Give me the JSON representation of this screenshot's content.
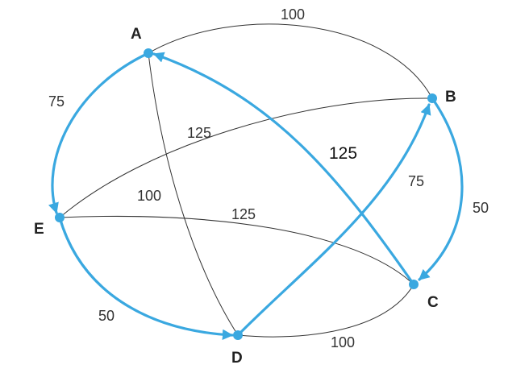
{
  "colors": {
    "accent": "#3aa8e0",
    "edge": "#333333"
  },
  "nodes": {
    "A": {
      "label": "A"
    },
    "B": {
      "label": "B"
    },
    "C": {
      "label": "C"
    },
    "D": {
      "label": "D"
    },
    "E": {
      "label": "E"
    }
  },
  "edges": [
    {
      "id": "AB",
      "from": "A",
      "to": "B",
      "weight": "100",
      "highlighted": false
    },
    {
      "id": "AE",
      "from": "A",
      "to": "E",
      "weight": "75",
      "highlighted": true,
      "directed": true
    },
    {
      "id": "CA",
      "from": "C",
      "to": "A",
      "weight": "125",
      "highlighted": true,
      "directed": true
    },
    {
      "id": "AD",
      "from": "A",
      "to": "D",
      "weight": "100",
      "highlighted": false
    },
    {
      "id": "BE",
      "from": "B",
      "to": "E",
      "weight": "125",
      "highlighted": false
    },
    {
      "id": "BC",
      "from": "B",
      "to": "C",
      "weight": "50",
      "highlighted": true,
      "directed": true
    },
    {
      "id": "DB",
      "from": "D",
      "to": "B",
      "weight": "75",
      "highlighted": true,
      "directed": true
    },
    {
      "id": "EC",
      "from": "E",
      "to": "C",
      "weight": "125",
      "highlighted": false
    },
    {
      "id": "ED",
      "from": "E",
      "to": "D",
      "weight": "50",
      "highlighted": true,
      "directed": true
    },
    {
      "id": "DC",
      "from": "D",
      "to": "C",
      "weight": "100",
      "highlighted": false
    }
  ]
}
